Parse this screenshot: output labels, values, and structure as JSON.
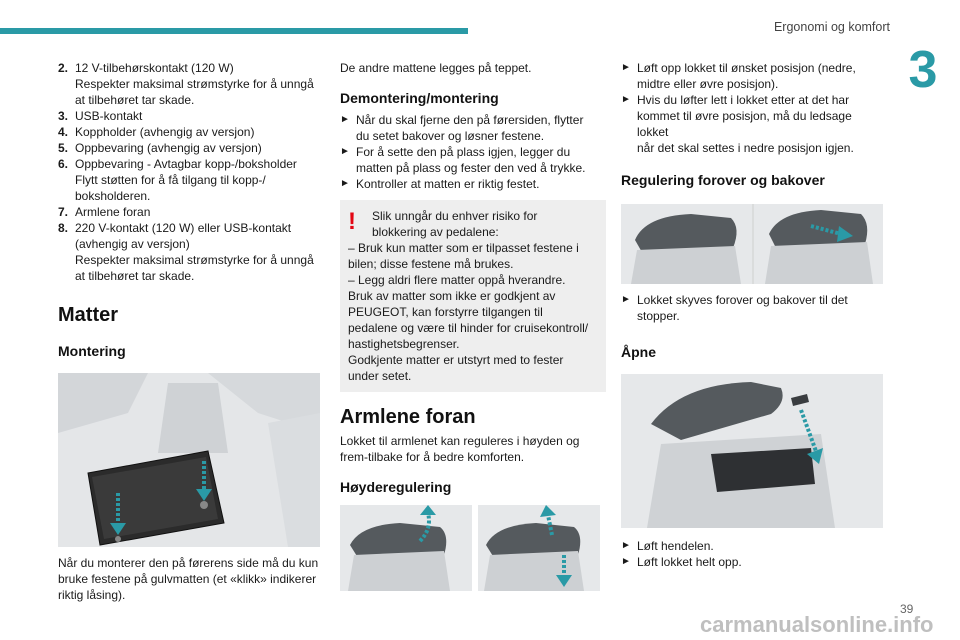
{
  "header": {
    "title": "Ergonomi og komfort",
    "chapter": "3"
  },
  "col1": {
    "list": [
      {
        "num": "2.",
        "lines": [
          "12 V-tilbehørskontakt (120 W)",
          "Respekter maksimal strømstyrke for å unngå",
          "at tilbehøret tar skade."
        ]
      },
      {
        "num": "3.",
        "lines": [
          "USB-kontakt"
        ]
      },
      {
        "num": "4.",
        "lines": [
          "Koppholder (avhengig av versjon)"
        ]
      },
      {
        "num": "5.",
        "lines": [
          "Oppbevaring (avhengig av versjon)"
        ]
      },
      {
        "num": "6.",
        "lines": [
          "Oppbevaring - Avtagbar kopp-/boksholder",
          "Flytt støtten for å få tilgang til kopp-/",
          "boksholderen."
        ]
      },
      {
        "num": "7.",
        "lines": [
          "Armlene foran"
        ]
      },
      {
        "num": "8.",
        "lines": [
          "220 V-kontakt (120 W) eller USB-kontakt",
          "(avhengig av versjon)",
          "Respekter maksimal strømstyrke for å unngå",
          "at tilbehøret tar skade."
        ]
      }
    ],
    "matter_title": "Matter",
    "montering_title": "Montering",
    "montering_text": [
      "Når du monterer den på førerens side må du kun",
      "bruke festene på gulvmatten (et «klikk» indikerer",
      "riktig låsing)."
    ]
  },
  "col2": {
    "intro": "De andre mattene legges på teppet.",
    "demontering_title": "Demontering/montering",
    "steps": [
      {
        "arrow": "►",
        "lines": [
          "Når du skal fjerne den på førersiden, flytter",
          "du setet bakover og løsner festene."
        ]
      },
      {
        "arrow": "►",
        "lines": [
          "For å sette den på plass igjen, legger du",
          "matten på plass og fester den ved å trykke."
        ]
      },
      {
        "arrow": "►",
        "lines": [
          "Kontroller at matten er riktig festet."
        ]
      }
    ],
    "warning": {
      "icon": "!",
      "head": [
        "Slik unngår du enhver risiko for",
        "blokkering av pedalene:"
      ],
      "lines": [
        "– Bruk kun matter som er tilpasset festene i",
        "bilen; disse festene må brukes.",
        "– Legg aldri flere matter oppå hverandre.",
        "Bruk av matter som ikke er godkjent av",
        "PEUGEOT, kan forstyrre tilgangen til",
        "pedalene og være til hinder for cruisekontroll/",
        "hastighetsbegrenser.",
        "Godkjente matter er utstyrt med to fester",
        "under setet."
      ]
    },
    "armlene_title": "Armlene foran",
    "armlene_text": [
      "Lokket til armlenet kan reguleres i høyden og",
      "frem-tilbake for å bedre komforten."
    ],
    "hoyde_title": "Høyderegulering"
  },
  "col3": {
    "steps_top": [
      {
        "arrow": "►",
        "lines": [
          "Løft opp lokket til ønsket posisjon (nedre,",
          "midtre eller øvre posisjon)."
        ]
      },
      {
        "arrow": "►",
        "lines": [
          "Hvis du løfter lett i lokket etter at det har",
          "kommet til øvre posisjon, må du ledsage lokket",
          "når det skal settes i nedre posisjon igjen."
        ]
      }
    ],
    "regulering_title": "Regulering forover og bakover",
    "regulering_step": {
      "arrow": "►",
      "lines": [
        "Lokket skyves forover og bakover til det",
        "stopper."
      ]
    },
    "apne_title": "Åpne",
    "apne_steps": [
      {
        "arrow": "►",
        "lines": [
          "Løft hendelen."
        ]
      },
      {
        "arrow": "►",
        "lines": [
          "Løft lokket helt opp."
        ]
      }
    ]
  },
  "footer": {
    "page": "39",
    "watermark": "carmanualsonline.info"
  },
  "colors": {
    "accent": "#2a9aa6",
    "warning": "#e30613",
    "box": "#eeeeee"
  }
}
